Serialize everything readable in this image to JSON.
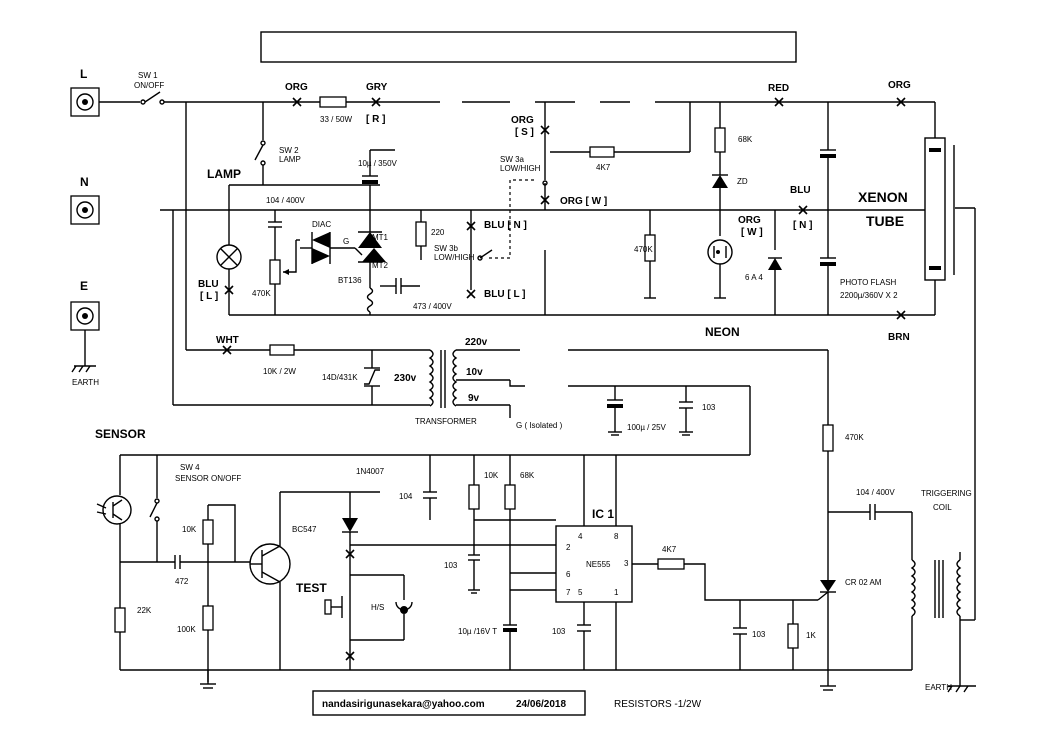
{
  "header": {
    "title_box": ""
  },
  "terminals": {
    "L": "L",
    "N": "N",
    "E": "E",
    "earth_left": "EARTH",
    "earth_right": "EARTH"
  },
  "switches": {
    "sw1": "SW 1",
    "sw1_sub": "ON/OFF",
    "sw2": "SW 2",
    "sw2_sub": "LAMP",
    "sw3a": "SW 3a",
    "sw3a_sub": "LOW/HIGH",
    "sw3b": "SW 3b",
    "sw3b_sub": "LOW/HIGH",
    "sw4": "SW 4",
    "sw4_sub": "SENSOR ON/OFF"
  },
  "wires": {
    "org1": "ORG",
    "gry": "GRY",
    "r_tag": "[ R ]",
    "red": "RED",
    "org2": "ORG",
    "org_s": "ORG",
    "s_tag": "[ S ]",
    "org_w": "ORG  [ W ]",
    "blu_n": "BLU [ N ]",
    "blu_l": "BLU  [ L ]",
    "blu_lamp": "BLU",
    "l_tag": "[ L ]",
    "blu_right": "BLU",
    "n_tag": "[ N ]",
    "org_right": "ORG",
    "w_tag": "[ W ]",
    "brn": "BRN",
    "wht": "WHT"
  },
  "components": {
    "r_33": "33 / 50W",
    "r_4k7_top": "4K7",
    "r_68k_top": "68K",
    "zd": "ZD",
    "c_10u": "10µ / 350V",
    "c_104_400": "104 / 400V",
    "diac": "DIAC",
    "g": "G",
    "mt1": "MT1",
    "mt2": "MT2",
    "bt136": "BT136",
    "r_220": "220",
    "r_470k_pot": "470K",
    "c_473": "473 / 400V",
    "r_470k_neon": "470K",
    "d_6a4": "6 A 4",
    "photo_flash": "PHOTO FLASH",
    "c_flash": "2200µ/360V X 2",
    "r_10k2w": "10K / 2W",
    "mov": "14D/431K",
    "v230": "230v",
    "v220": "220v",
    "v10": "10v",
    "v9": "9v",
    "transformer": "TRANSFORMER",
    "g_iso": "G ( Isolated )",
    "c_100u": "100µ / 25V",
    "c_103_psu": "103",
    "r_470k_trig": "470K",
    "c_104_trig": "104 / 400V",
    "triggering": "TRIGGERING",
    "coil": "COIL",
    "d_1n4007": "1N4007",
    "c_104_b": "104",
    "r_10k_b": "10K",
    "r_68k_b": "68K",
    "bc547": "BC547",
    "r_10k_s": "10K",
    "c_472": "472",
    "r_22k": "22K",
    "r_100k": "100K",
    "c_103_b": "103",
    "c_10u16": "10µ /16V T",
    "c_103_c": "103",
    "hs": "H/S",
    "r_4k7_b": "4K7",
    "scr": "CR 02 AM",
    "c_103_d": "103",
    "r_1k": "1K",
    "ic_name": "NE555",
    "ic_label": "IC 1",
    "pin4": "4",
    "pin8": "8",
    "pin2": "2",
    "pin3": "3",
    "pin6": "6",
    "pin7": "7",
    "pin5": "5",
    "pin1": "1"
  },
  "sections": {
    "lamp": "LAMP",
    "xenon": "XENON",
    "tube": "TUBE",
    "neon": "NEON",
    "sensor": "SENSOR",
    "test": "TEST"
  },
  "footer": {
    "email": "nandasirigunasekara@yahoo.com",
    "date": "24/06/2018",
    "resistors_note": "RESISTORS -1/2W"
  }
}
